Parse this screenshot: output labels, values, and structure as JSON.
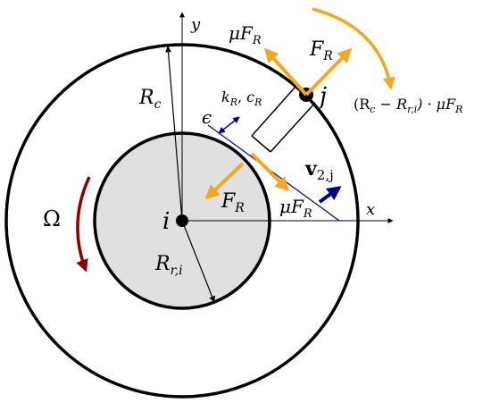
{
  "colors": {
    "stroke": "#000000",
    "inner_fill": "#e0e0e0",
    "force": "#f5a623",
    "rotation_arrow": "#8b0000",
    "velocity": "#00008b",
    "gap_line": "#00008b"
  },
  "labels": {
    "axis_y": "y",
    "axis_x": "x",
    "Rc_main": "R",
    "Rc_sub": "c",
    "Rri_main": "R",
    "Rri_sub": "r,i",
    "omega": "Ω",
    "point_i": "i",
    "point_j": "j",
    "epsilon": "ϵ",
    "spring_k": "k",
    "spring_k_sub": "R",
    "spring_sep": ", ",
    "spring_c": "c",
    "spring_c_sub": "R",
    "FR_top_main": "F",
    "FR_top_sub": "R",
    "muFR_top_mu": "μF",
    "muFR_top_sub": "R",
    "FR_inner_main": "F",
    "FR_inner_sub": "R",
    "muFR_inner_mu": "μF",
    "muFR_inner_sub": "R",
    "velocity_main": "v",
    "velocity_sub": "2,j",
    "moment_open": "(R",
    "moment_sub1": "c",
    "moment_mid": " − R",
    "moment_sub2": "r,i",
    "moment_close": ") · μF",
    "moment_sub3": "R"
  }
}
